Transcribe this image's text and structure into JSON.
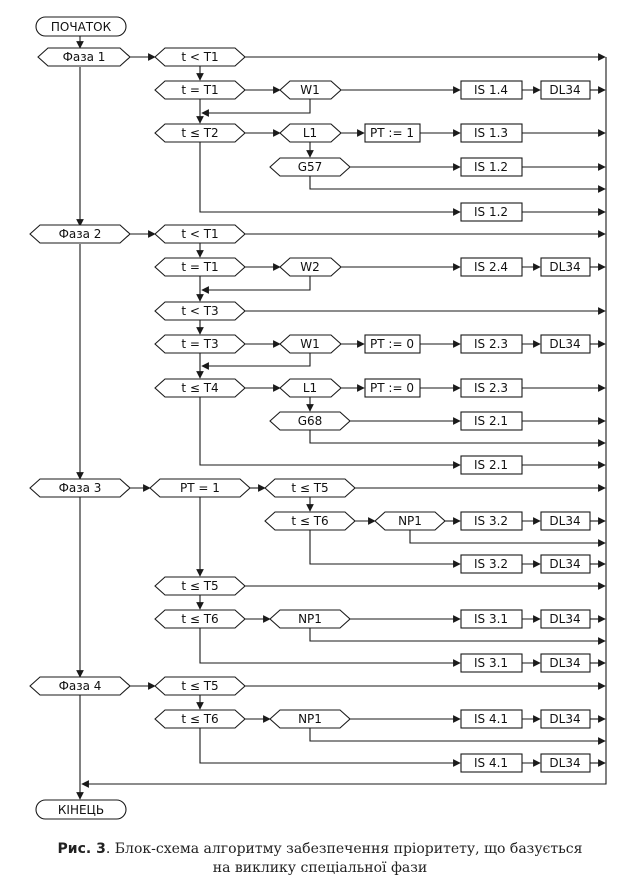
{
  "labels": {
    "start": "ПОЧАТОК",
    "end": "КІНЕЦЬ",
    "phase1": "Фаза 1",
    "phase2": "Фаза 2",
    "phase3": "Фаза 3",
    "phase4": "Фаза 4",
    "p1_t_lt_T1": "t < T1",
    "p1_t_eq_T1": "t = T1",
    "p1_W1": "W1",
    "p1_IS14": "IS 1.4",
    "p1_DL34": "DL34",
    "p1_t_le_T2": "t ≤ T2",
    "p1_L1": "L1",
    "p1_PT1": "PT := 1",
    "p1_IS13": "IS 1.3",
    "p1_G57": "G57",
    "p1_IS12a": "IS 1.2",
    "p1_IS12b": "IS 1.2",
    "p2_t_lt_T1": "t < T1",
    "p2_t_eq_T1": "t = T1",
    "p2_W2": "W2",
    "p2_IS24": "IS 2.4",
    "p2_DL34a": "DL34",
    "p2_t_lt_T3": "t < T3",
    "p2_t_eq_T3": "t = T3",
    "p2_W1": "W1",
    "p2_PT0a": "PT := 0",
    "p2_IS23a": "IS 2.3",
    "p2_DL34b": "DL34",
    "p2_t_le_T4": "t ≤ T4",
    "p2_L1": "L1",
    "p2_PT0b": "PT := 0",
    "p2_IS23b": "IS 2.3",
    "p2_G68": "G68",
    "p2_IS21a": "IS 2.1",
    "p2_IS21b": "IS 2.1",
    "p3_PT_eq_1": "PT = 1",
    "p3_t_le_T5a": "t ≤ T5",
    "p3_t_le_T6a": "t ≤ T6",
    "p3_NP1a": "NP1",
    "p3_IS32a": "IS 3.2",
    "p3_DL34a": "DL34",
    "p3_IS32b": "IS 3.2",
    "p3_DL34b": "DL34",
    "p3_t_le_T5b": "t ≤ T5",
    "p3_t_le_T6b": "t ≤ T6",
    "p3_NP1b": "NP1",
    "p3_IS31a": "IS 3.1",
    "p3_DL34c": "DL34",
    "p3_IS31b": "IS 3.1",
    "p3_DL34d": "DL34",
    "p4_t_le_T5": "t ≤ T5",
    "p4_t_le_T6": "t ≤ T6",
    "p4_NP1": "NP1",
    "p4_IS41a": "IS 4.1",
    "p4_DL34a": "DL34",
    "p4_IS41b": "IS 4.1",
    "p4_DL34b": "DL34"
  },
  "caption": {
    "prefix": "Рис. 3",
    "line1": ". Блок-схема алгоритму забезпечення пріоритету, що базується",
    "line2": "на виклику спеціальної фази"
  }
}
